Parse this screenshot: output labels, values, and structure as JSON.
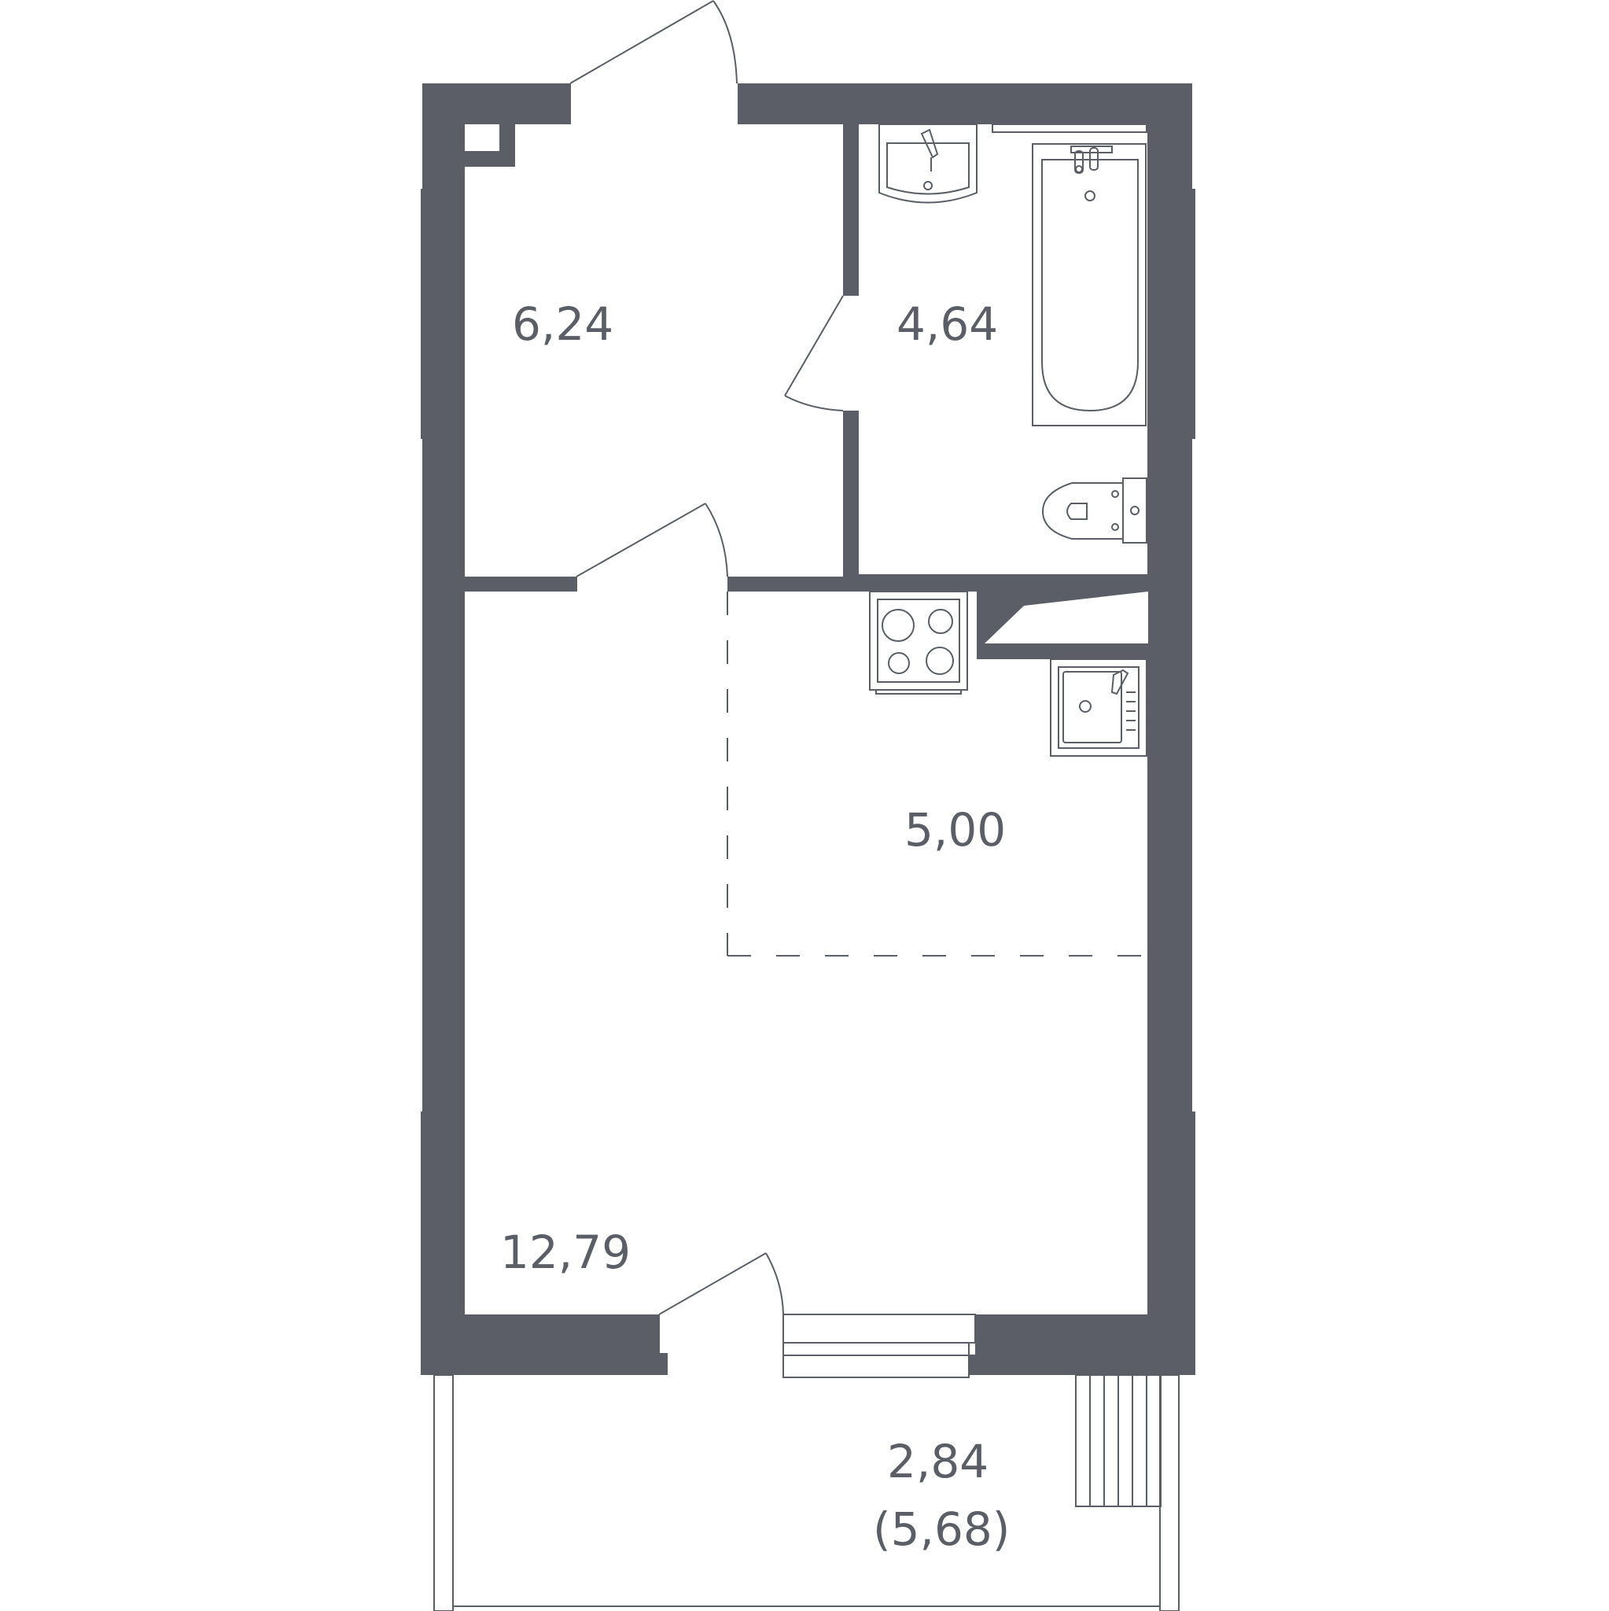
{
  "rooms": {
    "hallway": {
      "area": "6,24"
    },
    "bathroom": {
      "area": "4,64"
    },
    "kitchen_zone": {
      "area": "5,00"
    },
    "living_room": {
      "area": "12,79"
    },
    "balcony": {
      "area": "2,84",
      "area_full": "(5,68)"
    }
  },
  "colors": {
    "wall": "#5b5e66",
    "background": "#ffffff"
  },
  "icons": [
    "washbasin-icon",
    "bathtub-icon",
    "toilet-icon",
    "cooktop-icon",
    "kitchen-sink-icon"
  ]
}
